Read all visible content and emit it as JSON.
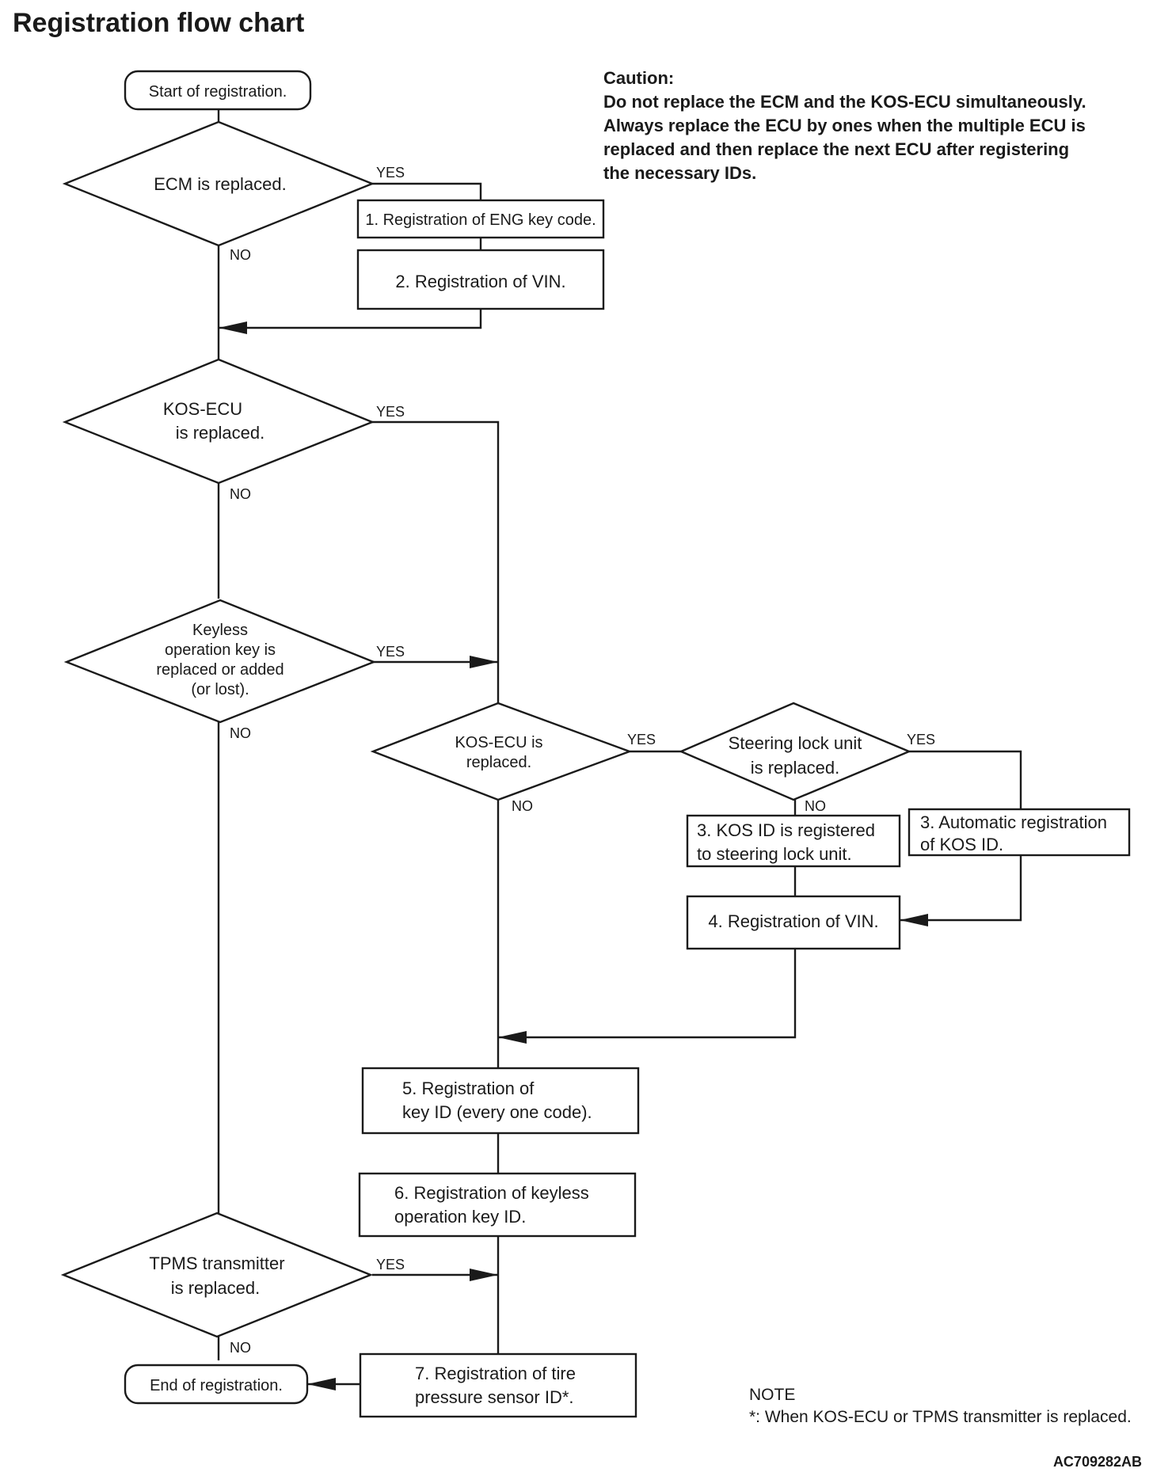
{
  "title": "Registration flow chart",
  "caution": {
    "heading": "Caution:",
    "lines": [
      "Do not replace the ECM and the KOS-ECU simultaneously.",
      "Always replace the ECU by ones when the multiple ECU is",
      "replaced and then replace the next ECU after registering",
      "the necessary IDs."
    ]
  },
  "nodes": {
    "start": "Start of registration.",
    "ecm_decision": [
      "ECM is replaced."
    ],
    "step1_eng_key": [
      "1. Registration of ENG key code."
    ],
    "step2_vin": [
      "2. Registration of VIN."
    ],
    "kos_decision_1": [
      "KOS-ECU",
      "is replaced."
    ],
    "keyless_decision": [
      "Keyless",
      "operation key is",
      "replaced or added",
      "(or lost)."
    ],
    "kos_decision_2": [
      "KOS-ECU is",
      "replaced."
    ],
    "steering_decision": [
      "Steering lock unit",
      "is replaced."
    ],
    "step3_kos_id_registered": [
      "3. KOS ID is registered",
      "to steering lock unit."
    ],
    "step3_auto_registration": [
      "3. Automatic registration",
      "of KOS ID."
    ],
    "step4_vin": [
      "4. Registration of VIN."
    ],
    "step5_key_id": [
      "5. Registration of",
      "key ID (every one code)."
    ],
    "step6_keyless_key_id": [
      "6. Registration of keyless",
      "operation key ID."
    ],
    "tpms_decision": [
      "TPMS transmitter",
      "is replaced."
    ],
    "step7_tire_sensor": [
      "7. Registration of tire",
      "pressure sensor ID*."
    ],
    "end": "End of registration."
  },
  "branch_labels": {
    "yes": "YES",
    "no": "NO"
  },
  "note": {
    "heading": "NOTE",
    "text": "*: When KOS-ECU or TPMS transmitter is replaced."
  },
  "figure_ref": "AC709282AB"
}
